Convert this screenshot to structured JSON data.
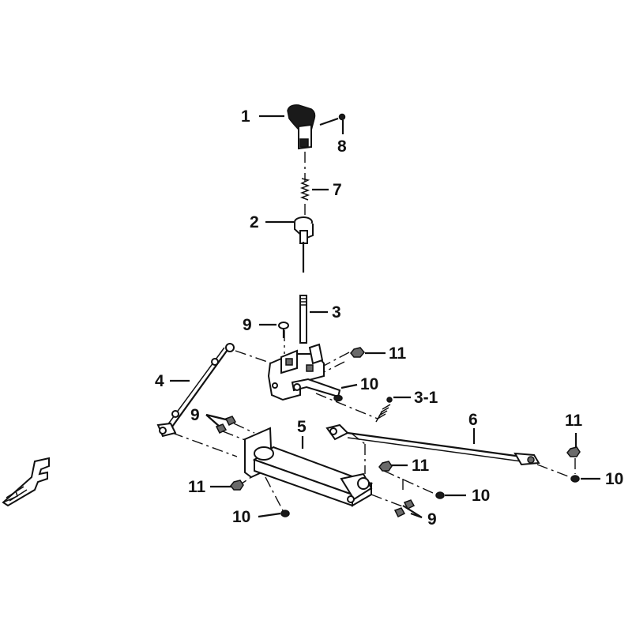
{
  "callouts": {
    "c1": "1",
    "c8": "8",
    "c7": "7",
    "c2": "2",
    "c3": "3",
    "c9a": "9",
    "c11a": "11",
    "c4": "4",
    "c10a": "10",
    "c31": "3-1",
    "c9b": "9",
    "c5": "5",
    "c6": "6",
    "c11b": "11",
    "c11c": "11",
    "c11d": "11",
    "c10b": "10",
    "c10c": "10",
    "c10d": "10",
    "c9c": "9"
  },
  "icons": {
    "front": "front-direction-arrow-icon"
  }
}
